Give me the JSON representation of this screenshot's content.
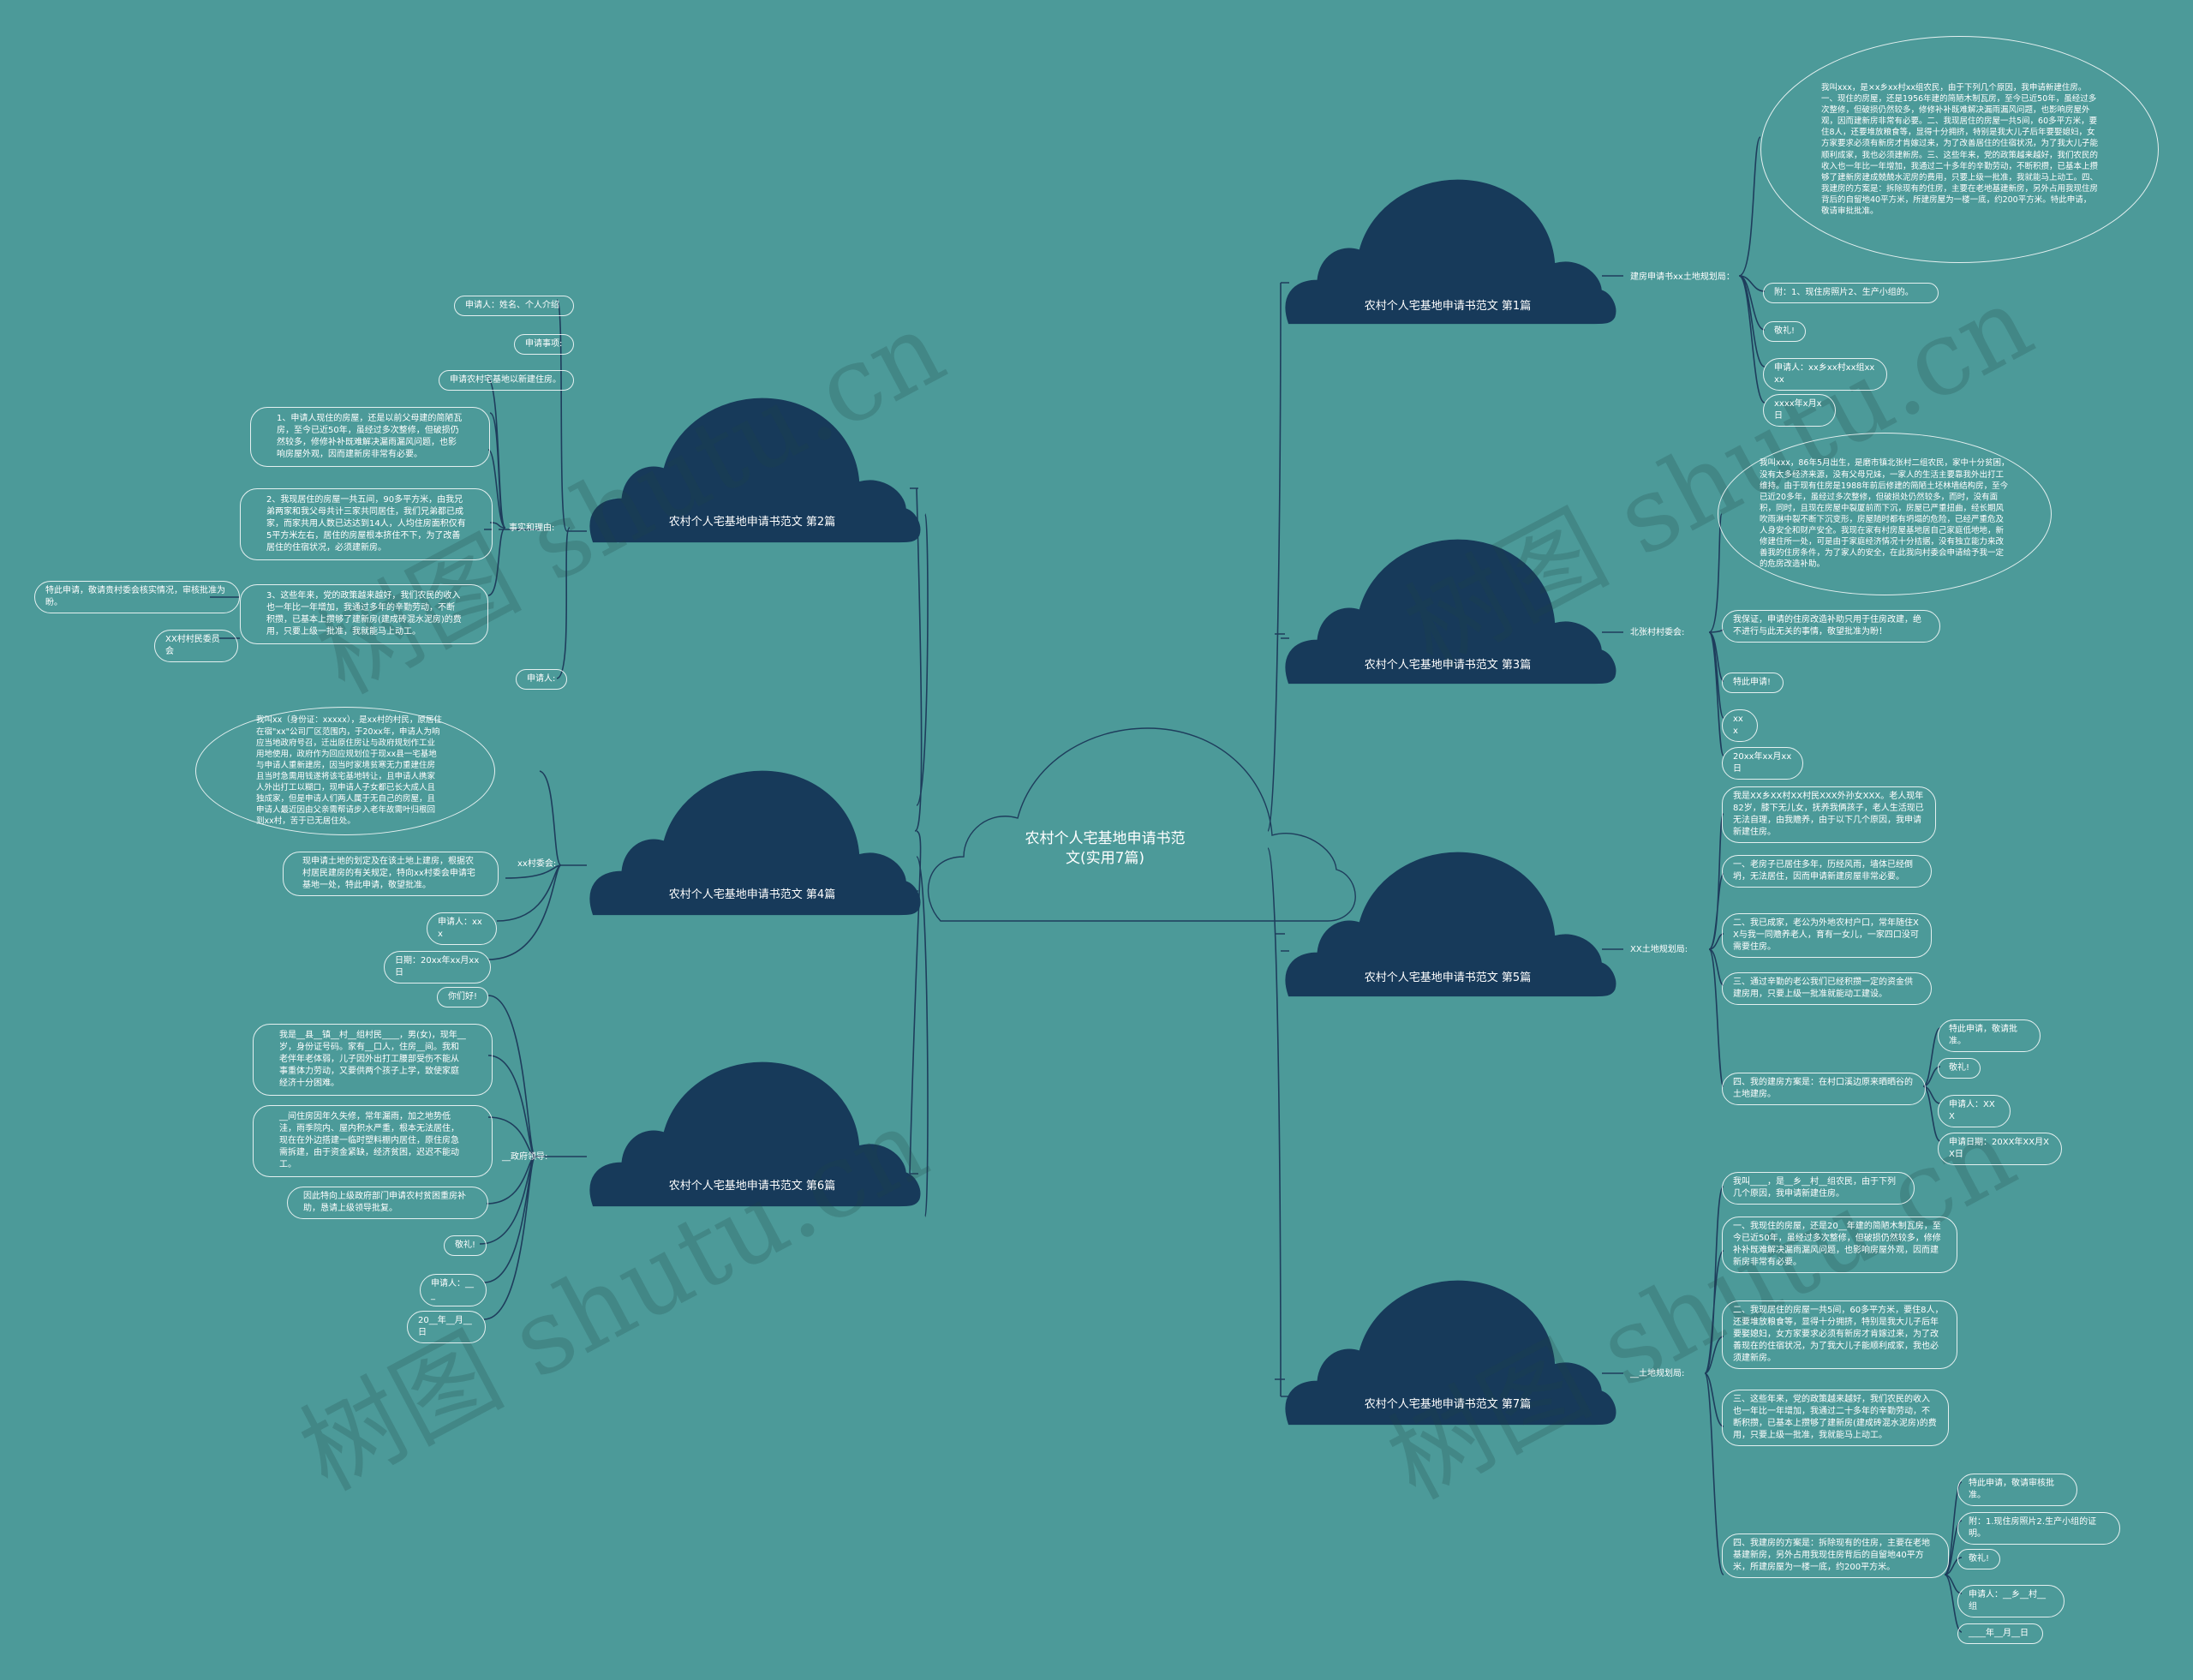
{
  "watermark": "树图 shutu.cn",
  "colors": {
    "background": "#4c9a99",
    "cloud_fill": "#173a5a",
    "line": "#1e3d5c",
    "text": "#ffffff"
  },
  "center": {
    "title_line1": "农村个人宅基地申请书范",
    "title_line2": "文(实用7篇)"
  },
  "branches": {
    "b1": {
      "title": "农村个人宅基地申请书范文 第1篇",
      "label": "建房申请书xx土地规划局：",
      "main_text": "我叫xxx，是×x乡xx村xx组农民，由于下列几个原因，我申请新建住房。一、现住的房屋，还是1956年建的简陋木制瓦房，至今已近50年，虽经过多次整修，但破损仍然较多，修修补补既难解决漏雨漏风问题，也影响房屋外观，因而建新房非常有必要。二、我现居住的房屋一共5间，60多平方米，要住8人，还要堆放粮食等，显得十分拥挤，特别是我大儿子后年要娶媳妇，女方家要求必须有新房才肯嫁过来，为了改善居住的住宿状况，为了我大儿子能顺利成家，我也必须建新房。三、这些年来，党的政策越来越好，我们农民的收入也一年比一年增加，我通过二十多年的辛勤劳动，不断积攒，已基本上攒够了建新房建成兢兢水泥房的费用，只要上级一批准，我就能马上动工。四、我建房的方案是：拆除现有的住房，主要在老地基建新房，另外占用我现住房背后的自留地40平方米，所建房屋为一楼一底，约200平方米。特此申请，敬请审批批准。",
      "items": [
        "附：1、现住房照片2、生产小组的。",
        "敬礼!",
        "申请人：xx乡xx村xx组xxxx",
        "xxxx年x月x日"
      ]
    },
    "b2": {
      "title": "农村个人宅基地申请书范文 第2篇",
      "items_top": [
        "申请人：姓名、个人介绍",
        "申请事项:",
        "申请农村宅基地以新建住房。"
      ],
      "label": "事实和理由:",
      "reasons": [
        "1、申请人现住的房屋，还是以前父母建的简陋瓦房，至今已近50年，虽经过多次整修，但破损仍然较多，修修补补既难解决漏雨漏风问题，也影响房屋外观，因而建新房非常有必要。",
        "2、我现居住的房屋一共五间，90多平方米，由我兄弟两家和我父母共计三家共同居住，我们兄弟都已成家，而家共用人数已达达到14人，人均住房面积仅有5平方米左右，居住的房屋根本挤住不下，为了改善居住的住宿状况，必须建新房。",
        "3、这些年来，党的政策越来越好，我们农民的收入也一年比一年增加，我通过多年的辛勤劳动，不断积攒，已基本上攒够了建新房(建成砖混水泥房)的费用，只要上级一批准，我就能马上动工。"
      ],
      "sub_items": [
        "特此申请，敬请贵村委会核实情况，审核批准为盼。",
        "XX村村民委员会"
      ],
      "signature": "申请人:"
    },
    "b3": {
      "title": "农村个人宅基地申请书范文 第3篇",
      "label": "北张村村委会:",
      "main_text": "我叫xxx，86年5月出生，是磨市镇北张村二组农民，家中十分贫困，没有太多经济来源，没有父母兄妹，一家人的生活主要靠我外出打工维持。由于现有住房是1988年前后修建的简陋土坯林墙结构房，至今已近20多年，虽经过多次整修，但破损处仍然较多，而时，没有面积，同时，且现在房屋中裂厦前而下沉，房屋已严重扭曲，经长期风吹雨淋中裂不断下沉变形，房屋随时都有坍塌的危险，已经严重危及人身安全和财产安全。我现在家有村房屋基地居自己家庭低地地，新修建住所一处，可是由于家庭经济情况十分拮据，没有独立能力来改善我的住房条件，为了家人的安全，在此我向村委会申请给予我一定的危房改造补助。",
      "items": [
        "我保证，申请的住房改造补助只用于住房改建，绝不进行与此无关的事情，敬望批准为盼！",
        "特此申请!",
        "xxx",
        "20xx年xx月xx日"
      ]
    },
    "b4": {
      "title": "农村个人宅基地申请书范文 第4篇",
      "label": "xx村委会:",
      "main_text": "我叫xx（身份证：xxxxx），是xx村的村民，原居住在宿\"xx\"公司厂区范围内，于20xx年，申请人为响应当地政府号召，迁出原住房让与政府规划作工业用地使用，政府作为回应规划位于现xx县一宅基地与申请人重新建房，因当时家境贫寒无力重建住房且当时急需用钱遂将该宅基地转让，且申请人携家人外出打工以糊口，现申请人子女都已长大成人且独成家，但是申请人们两人属于无自己的房屋，且申请人最近因由父亲需帮请步入老年故需叶归根回到xx村，苦于已无居住处。",
      "items": [
        "现申请土地的划定及在该土地上建房，根据农村居民建房的有关规定，特向xx村委会申请宅基地一处，特此申请，敬望批准。",
        "申请人：xxx",
        "日期：20xx年xx月xx日"
      ]
    },
    "b5": {
      "title": "农村个人宅基地申请书范文 第5篇",
      "label": "XX土地规划局:",
      "items": [
        "我是XX乡XX村XX村民XXX外孙女XXX。老人现年82岁，膝下无儿女，抚养我俩孩子，老人生活现已无法自理，由我赡养，由于以下几个原因，我申请新建住房。",
        "一、老房子已居住多年，历经风雨，墙体已经倒坍，无法居住，因而申请新建房屋非常必要。",
        "二、我已成家，老公为外地农村户口，常年随住XX与我一同赡养老人，育有一女儿，一家四口没可需要住房。",
        "三、通过辛勤的老公我们已经积攒一定的资金供建房用，只要上级一批准就能动工建设。",
        "四、我的建房方案是：在村口溪边原来晒晒谷的土地建房。"
      ],
      "sub_items": [
        "特此申请，敬请批准。",
        "敬礼!",
        "申请人：XXX",
        "申请日期：20XX年XX月XX日"
      ]
    },
    "b6": {
      "title": "农村个人宅基地申请书范文 第6篇",
      "label": "__政府领导:",
      "items": [
        "你们好!",
        "我是__县__镇__村__组村民____，男(女)，现年__岁，身份证号码。家有__口人，住房__间。我和老伴年老体弱，儿子因外出打工腰部受伤不能从事重体力劳动，又要供两个孩子上学，致使家庭经济十分困难。",
        "__间住房因年久失修，常年漏雨，加之地势低洼，雨季院内、屋内积水严重，根本无法居住，现在在外边搭建一临时塑料棚内居住，原住房急需拆建，由于资金紧缺，经济贫困，迟迟不能动工。",
        "因此特向上级政府部门申请农村贫困重房补助，恳请上级领导批复。",
        "敬礼!",
        "申请人：___",
        "20__年__月__日"
      ]
    },
    "b7": {
      "title": "农村个人宅基地申请书范文 第7篇",
      "label": "__土地规划局:",
      "items": [
        "我叫____，是__乡__村__组农民，由于下列几个原因，我申请新建住房。",
        "一、我现住的房屋，还是20__年建的简陋木制瓦房，至今已近50年，虽经过多次整修，但破损仍然较多，修修补补既难解决漏雨漏风问题，也影响房屋外观，因而建新房非常有必要。",
        "二、我现居住的房屋一共5间，60多平方米，要住8人，还要堆放粮食等，显得十分拥挤，特别是我大儿子后年要娶媳妇，女方家要求必须有新房才肯嫁过来，为了改善现在的住宿状况，为了我大儿子能顺利成家，我也必须建新房。",
        "三、这些年来，党的政策越来越好，我们农民的收入也一年比一年增加，我通过二十多年的辛勤劳动，不断积攒，已基本上攒够了建新房(建成砖混水泥房)的费用，只要上级一批准，我就能马上动工。",
        "四、我建房的方案是：拆除现有的住房，主要在老地基建新房，另外占用我现住房背后的自留地40平方米，所建房屋为一楼一底，约200平方米。"
      ],
      "sub_items": [
        "特此申请，敬请审核批准。",
        "附：1.现住房照片2.生产小组的证明。",
        "敬礼!",
        "申请人：__乡__村__组",
        "____年__月__日"
      ]
    }
  }
}
